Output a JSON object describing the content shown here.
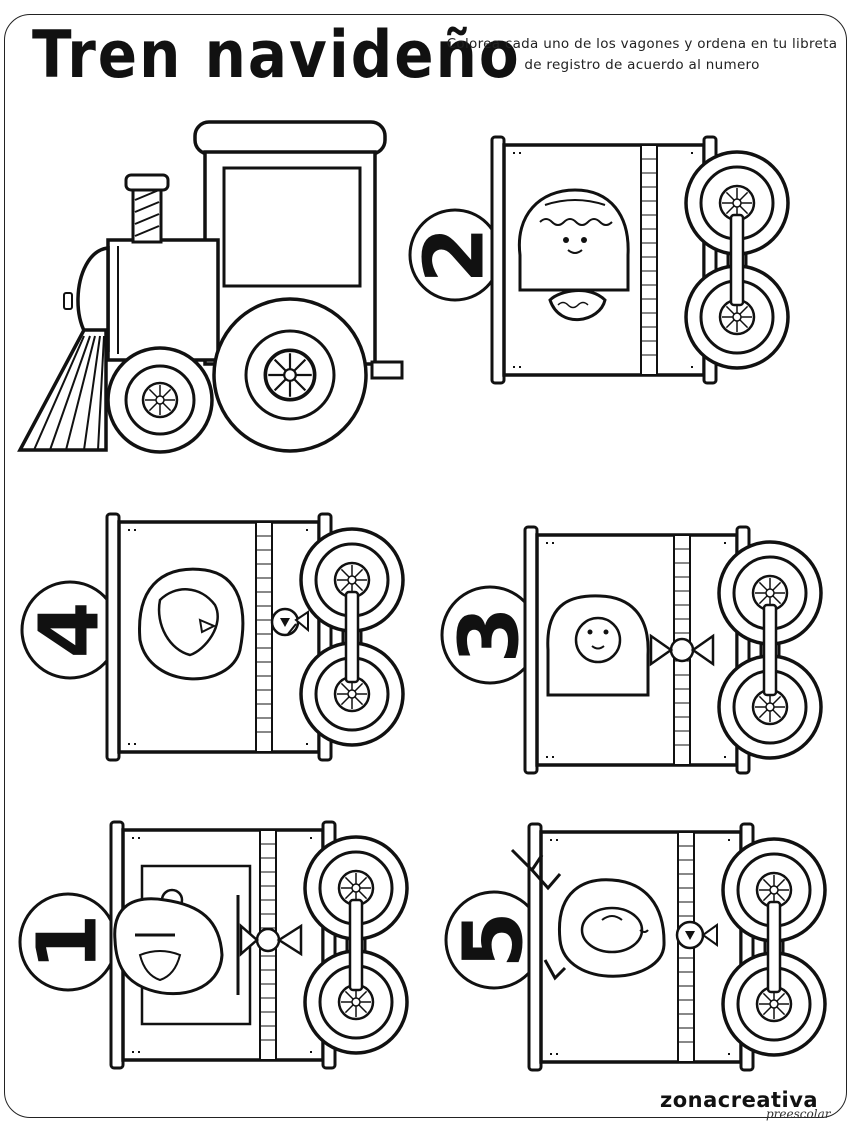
{
  "worksheet": {
    "title": "Tren navideño",
    "instructions": "Colorea cada uno de los vagones y ordena en tu libreta de registro de acuerdo al numero"
  },
  "train": {
    "locomotive": {
      "icon": "locomotive-icon"
    },
    "wagons": [
      {
        "number": "2",
        "character": "gingerbread-icon"
      },
      {
        "number": "4",
        "character": "penguin-icon"
      },
      {
        "number": "3",
        "character": "snowman-icon"
      },
      {
        "number": "1",
        "character": "santa-icon"
      },
      {
        "number": "5",
        "character": "reindeer-icon"
      }
    ]
  },
  "branding": {
    "logo_main": "zonacreativa",
    "logo_sub": "preescolar"
  }
}
